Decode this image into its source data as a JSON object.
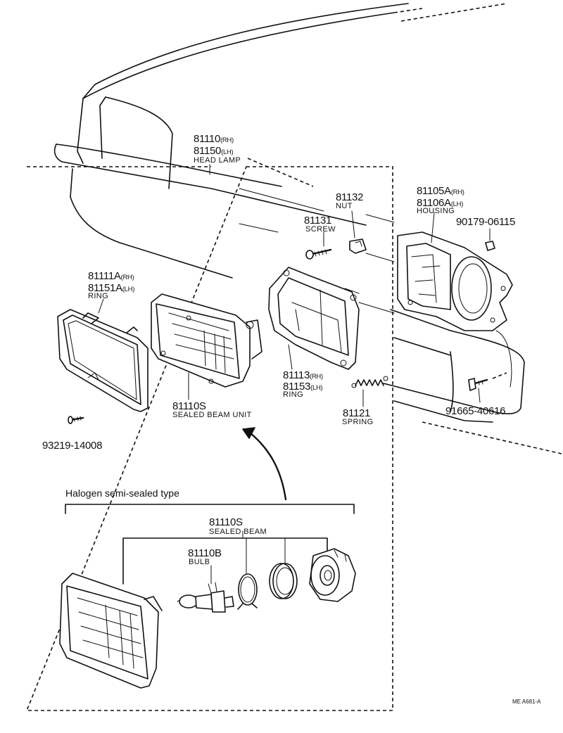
{
  "labels": {
    "head_lamp": {
      "pn1": "81110",
      "suf1": "(RH)",
      "pn2": "81150",
      "suf2": "(LH)",
      "name": "HEAD LAMP"
    },
    "nut": {
      "pn": "81132",
      "name": "NUT"
    },
    "screw": {
      "pn": "81131",
      "name": "SCREW"
    },
    "housing": {
      "pn1": "81105A",
      "suf1": "(RH)",
      "pn2": "81106A",
      "suf2": "(LH)",
      "name": "HOUSING"
    },
    "housing_bolt": {
      "pn": "90179-06115"
    },
    "ring_outer": {
      "pn1": "81111A",
      "suf1": "(RH)",
      "pn2": "81151A",
      "suf2": "(LH)",
      "name": "RING"
    },
    "ring_inner": {
      "pn1": "81113",
      "suf1": "(RH)",
      "pn2": "81153",
      "suf2": "(LH)",
      "name": "RING"
    },
    "spring": {
      "pn": "81121",
      "name": "SPRING"
    },
    "bumper_bolt": {
      "pn": "91665-40616"
    },
    "sealed_beam_unit": {
      "pn": "81110S",
      "name": "SEALED BEAM UNIT"
    },
    "ring_screw": {
      "pn": "93219-14008"
    },
    "halogen_header": "Halogen semi-sealed type",
    "sealed_beam": {
      "pn": "81110S",
      "name": "SEALED BEAM"
    },
    "bulb": {
      "pn": "81110B",
      "name": "BULB"
    },
    "figure_code": "ME A681-A"
  },
  "icons": [
    "head-lamp-assembly",
    "screw",
    "nut",
    "housing",
    "bolt",
    "ring",
    "spring",
    "sealed-beam-unit",
    "bulb",
    "retainer-clip",
    "rubber-seal",
    "bulb-socket-cap"
  ]
}
